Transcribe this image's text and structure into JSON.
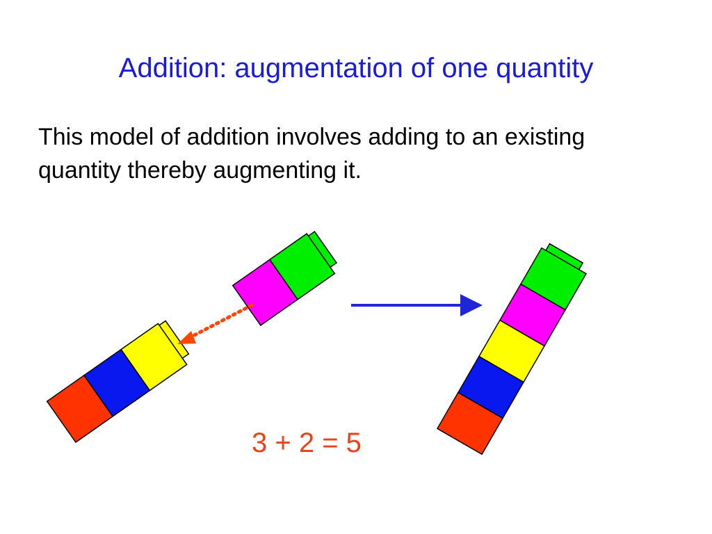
{
  "title": "Addition: augmentation of one quantity",
  "body": "This model of addition involves adding to an existing quantity thereby augmenting it.",
  "equation": "3 + 2 = 5",
  "colors": {
    "title": "#1a1ad9",
    "equation": "#e8431a",
    "cube_red": "#ff3300",
    "cube_blue": "#0a18f0",
    "cube_yellow": "#ffff00",
    "cube_magenta": "#ff00ff",
    "cube_green": "#00ee00",
    "result_arrow": "#1f26d6",
    "dotted_arrow": "#ff4500"
  },
  "diagram": {
    "existing_stack": [
      "red",
      "blue",
      "yellow"
    ],
    "added_stack": [
      "magenta",
      "green"
    ],
    "result_stack": [
      "red",
      "blue",
      "yellow",
      "magenta",
      "green"
    ]
  }
}
